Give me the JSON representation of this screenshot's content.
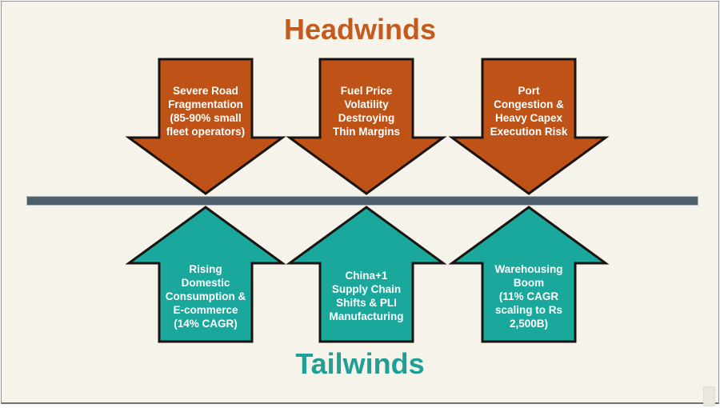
{
  "colors": {
    "background": "#f5f3ea",
    "headwind_orange": "#bf5317",
    "tailwind_teal": "#1aa79c",
    "arrow_outline": "#1c1410",
    "divider_gray": "#4e606b",
    "headwinds_title_color": "#c45a1d",
    "tailwinds_title_color": "#1f9f96",
    "arrow_text_color": "#ffffff"
  },
  "diagram": {
    "headwinds": {
      "title": "Headwinds",
      "items": [
        {
          "label": "Severe Road\nFragmentation\n(85-90% small\nfleet operators)"
        },
        {
          "label": "Fuel Price\nVolatility\nDestroying\nThin Margins"
        },
        {
          "label": "Port\nCongestion &\nHeavy Capex\nExecution Risk"
        }
      ]
    },
    "tailwinds": {
      "title": "Tailwinds",
      "items": [
        {
          "label": "Rising\nDomestic\nConsumption &\nE-commerce\n(14% CAGR)"
        },
        {
          "label": "China+1\nSupply Chain\nShifts & PLI\nManufacturing"
        },
        {
          "label": "Warehousing\nBoom\n(11% CAGR\nscaling to Rs\n2,500B)"
        }
      ]
    }
  }
}
